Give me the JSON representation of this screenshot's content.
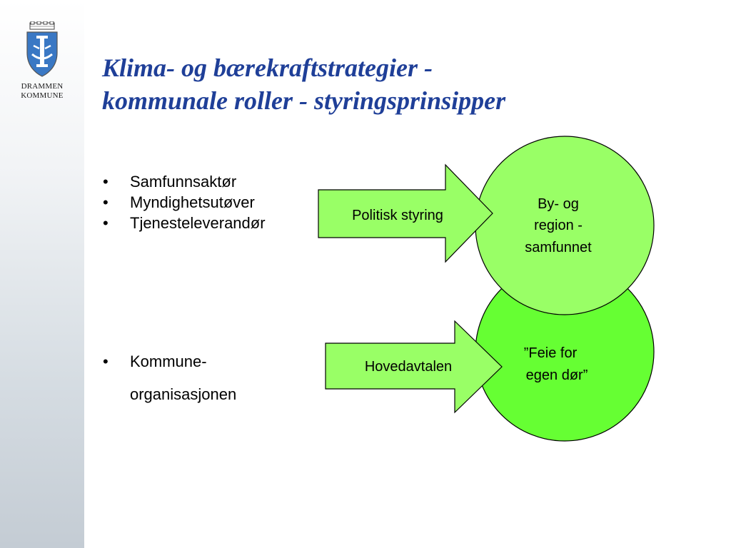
{
  "logo": {
    "line1": "DRAMMEN",
    "line2": "KOMMUNE",
    "icon": "coat-of-arms-icon",
    "shield_color": "#3a78c4"
  },
  "title": {
    "line1": "Klima- og bærekraftstrategier -",
    "line2": "kommunale roller - styringsprinsipper"
  },
  "roles": [
    "Samfunnsaktør",
    "Myndighetsutøver",
    "Tjenesteleverandør"
  ],
  "organisation": {
    "line1": "Kommune-",
    "line2": "organisasjonen"
  },
  "diagram": {
    "arrow_top": {
      "label": "Politisk styring"
    },
    "arrow_bottom": {
      "label": "Hovedavtalen"
    },
    "circle_top": {
      "lines": [
        "By- og",
        "region -",
        "samfunnet"
      ]
    },
    "circle_bottom": {
      "lines": [
        "”Feie for",
        "egen dør”"
      ]
    }
  },
  "colors": {
    "title": "#1f3f98",
    "arrow_fill": "#99ff66",
    "circle_top_fill": "#99ff66",
    "circle_bottom_fill": "#66ff33"
  }
}
